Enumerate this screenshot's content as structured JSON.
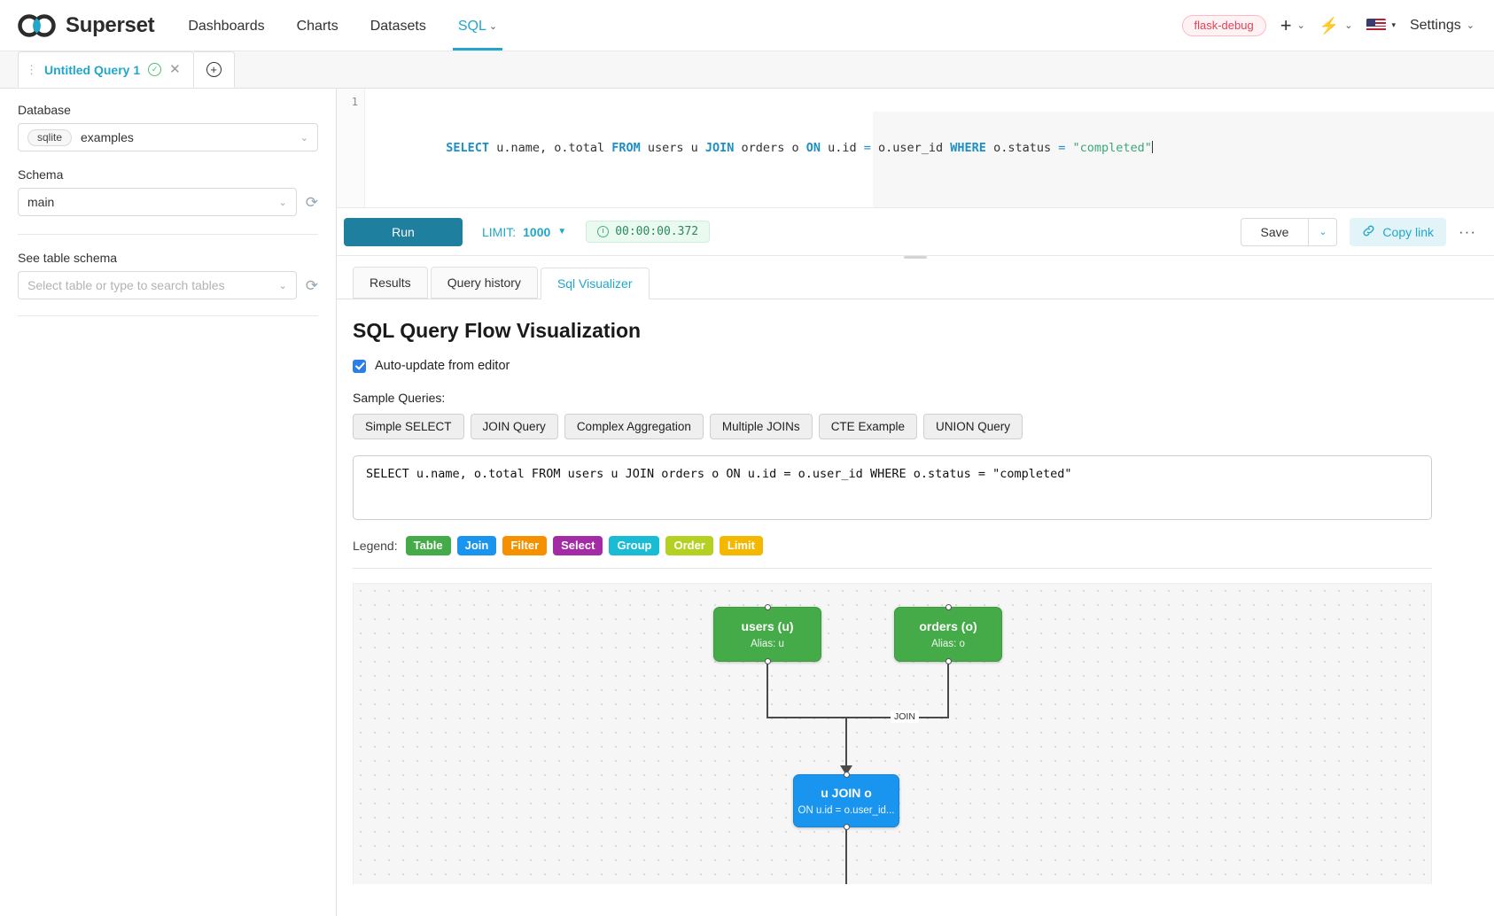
{
  "navbar": {
    "brand": "Superset",
    "links": [
      {
        "label": "Dashboards",
        "active": false
      },
      {
        "label": "Charts",
        "active": false
      },
      {
        "label": "Datasets",
        "active": false
      },
      {
        "label": "SQL",
        "active": true
      }
    ],
    "debug_badge": "flask-debug",
    "settings_label": "Settings",
    "plus_icon": "plus-icon",
    "bolt_icon": "bolt-icon",
    "flag_icon": "us-flag-icon"
  },
  "query_tabs": {
    "tabs": [
      {
        "label": "Untitled Query 1",
        "status": "valid"
      }
    ],
    "add_label": "+"
  },
  "left_panel": {
    "database_label": "Database",
    "database_chip": "sqlite",
    "database_value": "examples",
    "schema_label": "Schema",
    "schema_value": "main",
    "table_label": "See table schema",
    "table_placeholder": "Select table or type to search tables"
  },
  "editor": {
    "line_number": "1",
    "tokens": [
      {
        "t": "SELECT",
        "c": "k"
      },
      {
        "t": " u.name, o.total ",
        "c": ""
      },
      {
        "t": "FROM",
        "c": "k"
      },
      {
        "t": " users u ",
        "c": ""
      },
      {
        "t": "JOIN",
        "c": "k"
      },
      {
        "t": " orders o ",
        "c": ""
      },
      {
        "t": "ON",
        "c": "k"
      },
      {
        "t": " u.id ",
        "c": ""
      },
      {
        "t": "=",
        "c": "op"
      },
      {
        "t": " o.user_id ",
        "c": ""
      },
      {
        "t": "WHERE",
        "c": "k"
      },
      {
        "t": " o.status ",
        "c": ""
      },
      {
        "t": "=",
        "c": "op"
      },
      {
        "t": " ",
        "c": ""
      },
      {
        "t": "\"completed\"",
        "c": "str"
      }
    ]
  },
  "toolbar": {
    "run_label": "Run",
    "limit_label": "LIMIT:",
    "limit_value": "1000",
    "timer": "00:00:00.372",
    "save_label": "Save",
    "copy_link_label": "Copy link",
    "more_label": "···"
  },
  "result_tabs": [
    {
      "label": "Results",
      "active": false
    },
    {
      "label": "Query history",
      "active": false
    },
    {
      "label": "Sql Visualizer",
      "active": true
    }
  ],
  "visualizer": {
    "title": "SQL Query Flow Visualization",
    "auto_update_label": "Auto-update from editor",
    "auto_update_checked": true,
    "samples_label": "Sample Queries:",
    "samples": [
      "Simple SELECT",
      "JOIN Query",
      "Complex Aggregation",
      "Multiple JOINs",
      "CTE Example",
      "UNION Query"
    ],
    "sql_text": "SELECT u.name, o.total FROM users u JOIN orders o ON u.id = o.user_id WHERE o.status = \"completed\"",
    "legend_label": "Legend:",
    "legend": [
      {
        "label": "Table",
        "color": "#45ab48"
      },
      {
        "label": "Join",
        "color": "#1a95ef"
      },
      {
        "label": "Filter",
        "color": "#f59000"
      },
      {
        "label": "Select",
        "color": "#a32ba6"
      },
      {
        "label": "Group",
        "color": "#19bcd4"
      },
      {
        "label": "Order",
        "color": "#b4d022"
      },
      {
        "label": "Limit",
        "color": "#f5b800"
      }
    ],
    "graph": {
      "nodes": [
        {
          "id": "users",
          "title": "users (u)",
          "sub": "Alias: u",
          "type": "table",
          "color": "green"
        },
        {
          "id": "orders",
          "title": "orders (o)",
          "sub": "Alias: o",
          "type": "table",
          "color": "green"
        },
        {
          "id": "join",
          "title": "u JOIN o",
          "sub": "ON u.id = o.user_id...",
          "type": "join",
          "color": "blue"
        }
      ],
      "edges": [
        {
          "from": "users",
          "to": "join",
          "label": "JOIN"
        },
        {
          "from": "orders",
          "to": "join",
          "label": ""
        }
      ]
    }
  }
}
